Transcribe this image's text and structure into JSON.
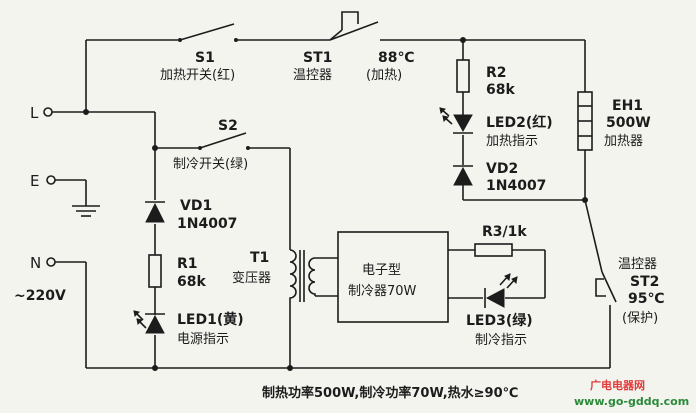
{
  "terminals": {
    "live": "L",
    "earth": "E",
    "neutral": "N",
    "supply_voltage": "~220V"
  },
  "s1": {
    "ref": "S1",
    "desc": "加热开关(红)"
  },
  "st1": {
    "ref": "ST1",
    "value": "88℃",
    "desc": "温控器",
    "note": "(加热)"
  },
  "s2": {
    "ref": "S2",
    "desc": "制冷开关(绿)"
  },
  "r2": {
    "ref": "R2",
    "value": "68k"
  },
  "led2": {
    "ref": "LED2(红)",
    "desc": "加热指示"
  },
  "vd2": {
    "ref": "VD2",
    "part": "1N4007"
  },
  "eh1": {
    "ref": "EH1",
    "value": "500W",
    "desc": "加热器"
  },
  "vd1": {
    "ref": "VD1",
    "part": "1N4007"
  },
  "r1": {
    "ref": "R1",
    "value": "68k"
  },
  "led1": {
    "ref": "LED1(黄)",
    "desc": "电源指示"
  },
  "t1": {
    "ref": "T1",
    "desc": "变压器"
  },
  "cooler": {
    "line1": "电子型",
    "line2": "制冷器70W"
  },
  "r3": {
    "ref": "R3/1k"
  },
  "led3": {
    "ref": "LED3(绿)",
    "desc": "制冷指示"
  },
  "st2": {
    "label": "温控器",
    "ref": "ST2",
    "value": "95℃",
    "note": "(保护)"
  },
  "footer": {
    "spec": "制热功率500W,制冷功率70W,热水≥90℃"
  },
  "watermark": {
    "cn": "广电电器网",
    "url": "www.go-gddq.com"
  }
}
